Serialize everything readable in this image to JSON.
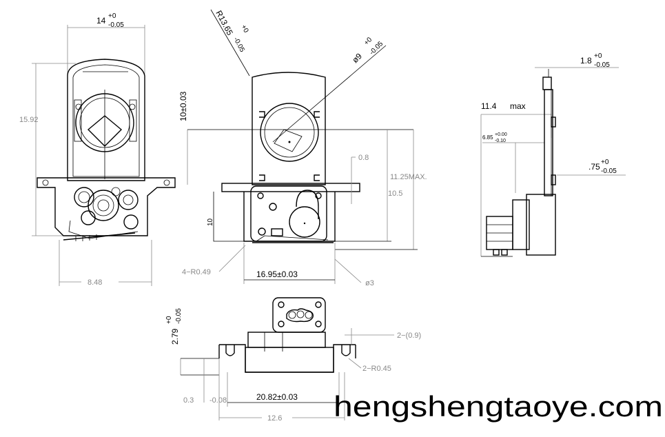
{
  "dimensions": {
    "width_top": "14",
    "width_top_tol_upper": "+0",
    "width_top_tol_lower": "-0.05",
    "height_left": "15.92",
    "width_bottom_left": "8.48",
    "radius_top": "R13.65",
    "radius_top_tol_upper": "+0",
    "radius_top_tol_lower": "-0.05",
    "diameter_circle": "ø9",
    "diameter_circle_tol_upper": "+0",
    "diameter_circle_tol_lower": "-0.05",
    "height_10": "10±0.03",
    "offset_08": "0.8",
    "height_max": "11.25MAX.",
    "height_105": "10.5",
    "small_10": "10",
    "corner_radius": "4−R0.49",
    "width_1695": "16.95±0.03",
    "hole_diameter": "ø3",
    "thickness_18": "1.8",
    "thickness_18_tol_upper": "+0",
    "thickness_18_tol_lower": "-0.05",
    "max_114": "11.4",
    "max_label": "max",
    "dim_685": "6.85",
    "dim_685_tol_upper": "+0.00",
    "dim_685_tol_lower": "-0.10",
    "dim_075": ".75",
    "dim_075_tol_upper": "+0",
    "dim_075_tol_lower": "-0.05",
    "height_279": "2.79",
    "height_279_tol_upper": "+0",
    "height_279_tol_lower": "-0.05",
    "slot_09": "2−(0.9)",
    "slot_r045": "2−R0.45",
    "dim_03": "0.3",
    "dim_03_tol": "-0.08",
    "width_2082": "20.82±0.03",
    "width_126": "12.6"
  },
  "watermark": "hengshengtaoye.com"
}
